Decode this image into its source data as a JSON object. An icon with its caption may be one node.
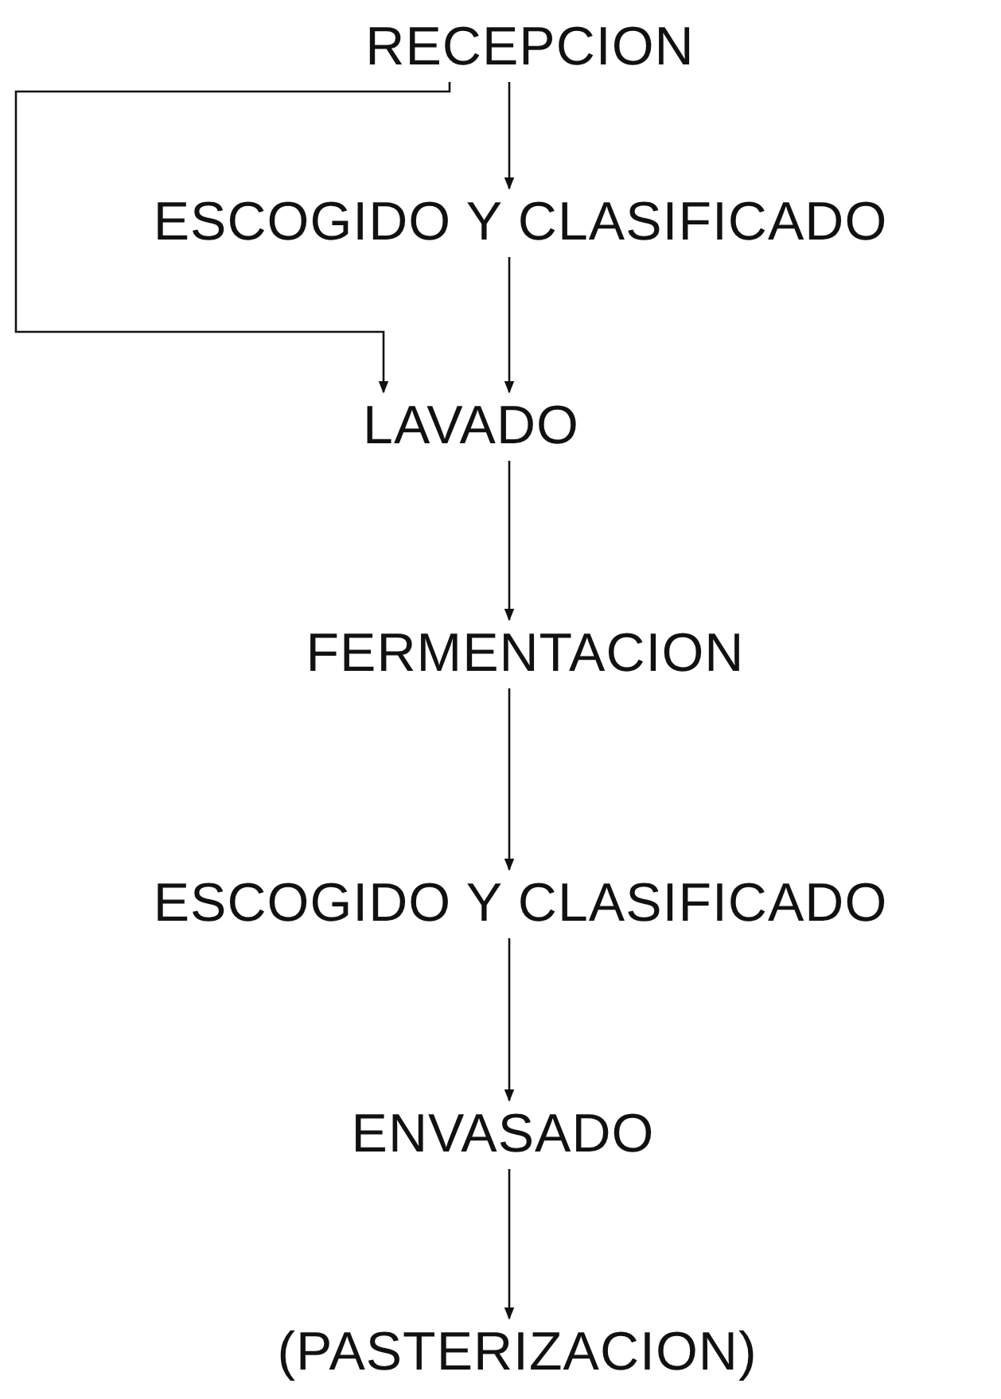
{
  "diagram": {
    "nodes": [
      {
        "text": [
          "RECEPCION"
        ]
      },
      {
        "text": [
          "ESCOGIDO Y CLASIFICADO"
        ]
      },
      {
        "text": [
          "LAVADO"
        ]
      },
      {
        "text": [
          "FERMENTACION"
        ]
      },
      {
        "text": [
          "ESCOGIDO Y CLASIFICADO"
        ]
      },
      {
        "text": [
          "ENVASADO"
        ]
      },
      {
        "text": [
          "(PASTERIZACION)"
        ]
      }
    ],
    "edges": [
      {
        "from": 0,
        "to": 1,
        "arrow": "to"
      },
      {
        "from": 0,
        "to": 2,
        "arrow": "to"
      },
      {
        "from": 1,
        "to": 2,
        "arrow": "to"
      },
      {
        "from": 2,
        "to": 3,
        "arrow": "to"
      },
      {
        "from": 3,
        "to": 4,
        "arrow": "to"
      },
      {
        "from": 4,
        "to": 5,
        "arrow": "to"
      },
      {
        "from": 5,
        "to": 6,
        "arrow": "to"
      }
    ]
  }
}
